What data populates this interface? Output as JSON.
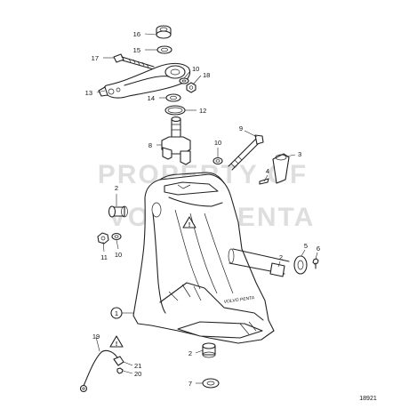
{
  "diagram": {
    "reference_number": "18921",
    "watermark_line1": "PROPERTY OF",
    "watermark_line2": "VOLVO PENTA",
    "warning_symbol": "!",
    "housing_marking": "VOLVO PENTA",
    "callouts": [
      "16",
      "15",
      "17",
      "10",
      "18",
      "13",
      "14",
      "12",
      "8",
      "10",
      "9",
      "3",
      "4",
      "2",
      "11",
      "10",
      "5",
      "6",
      "2",
      "1",
      "19",
      "21",
      "20",
      "2",
      "7"
    ]
  }
}
